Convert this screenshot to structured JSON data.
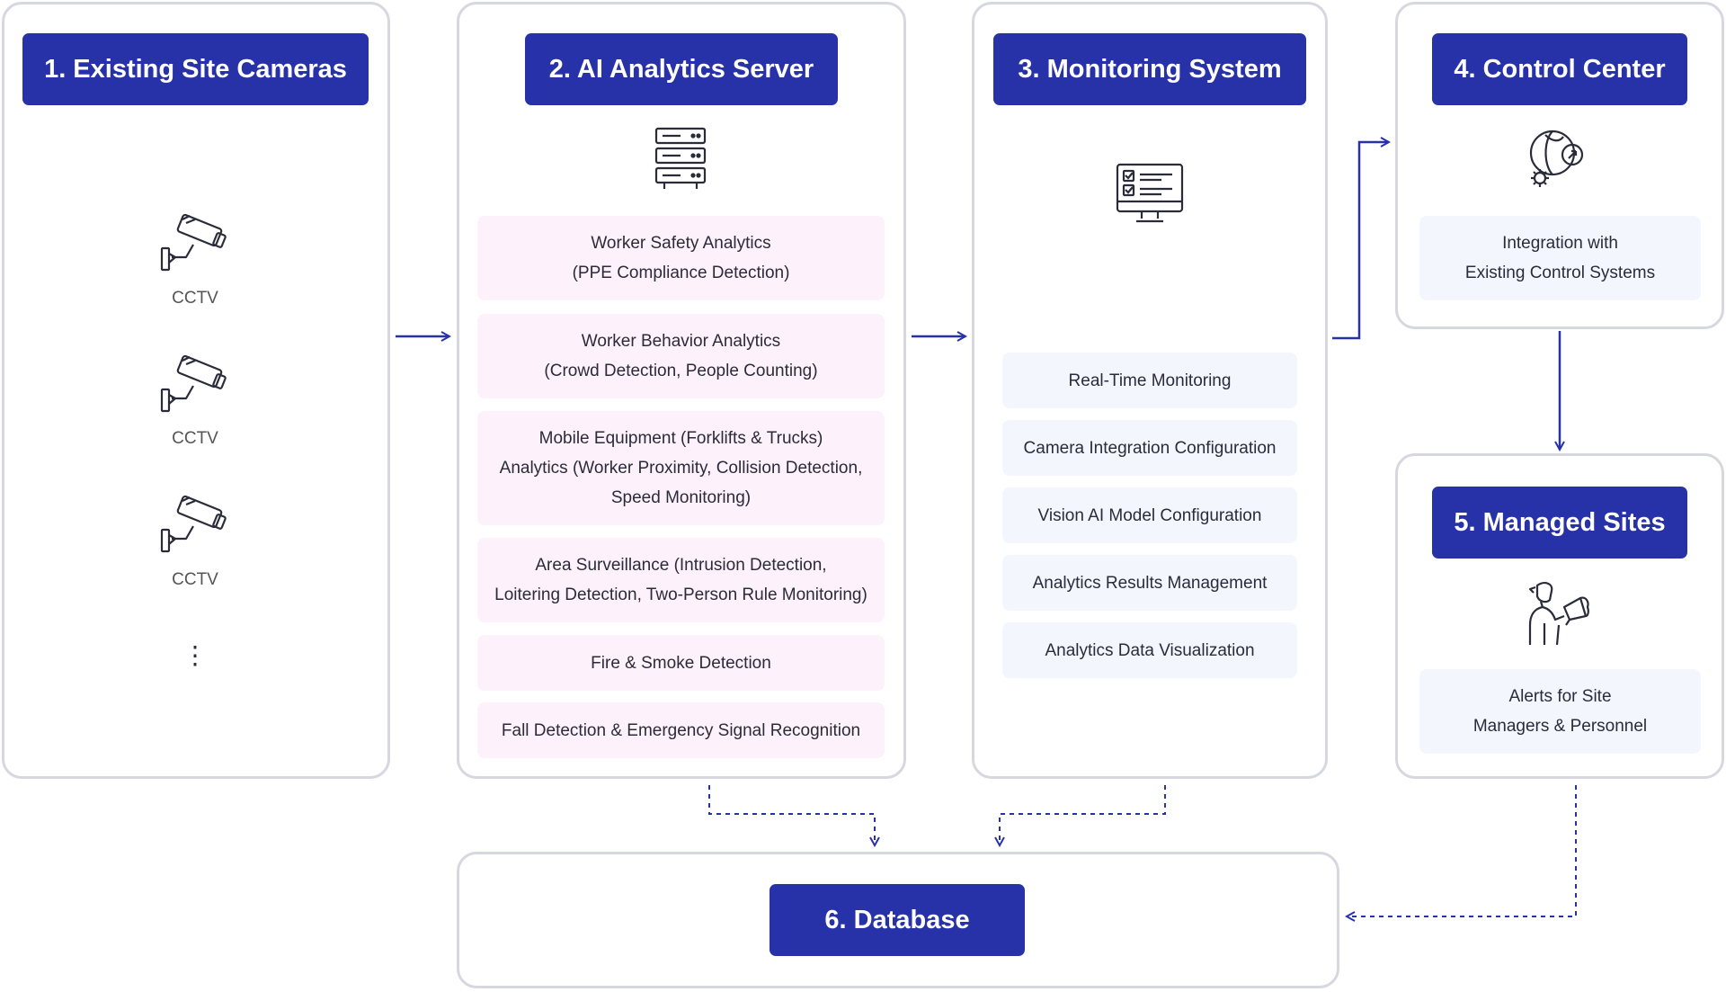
{
  "panels": {
    "cameras": {
      "title": "1. Existing Site Cameras",
      "cameras": [
        "CCTV",
        "CCTV",
        "CCTV"
      ],
      "more": "⋮"
    },
    "analytics": {
      "title": "2. AI Analytics Server",
      "items": [
        "Worker Safety Analytics\n(PPE Compliance Detection)",
        "Worker Behavior Analytics\n(Crowd Detection, People Counting)",
        "Mobile Equipment (Forklifts & Trucks)\nAnalytics  (Worker Proximity, Collision Detection,\nSpeed Monitoring)",
        "Area Surveillance (Intrusion Detection,\nLoitering Detection, Two-Person Rule Monitoring)",
        "Fire & Smoke Detection",
        "Fall Detection & Emergency Signal Recognition"
      ]
    },
    "monitoring": {
      "title": "3. Monitoring System",
      "items": [
        "Real-Time Monitoring",
        "Camera Integration Configuration",
        "Vision AI Model Configuration",
        "Analytics Results Management",
        "Analytics Data Visualization"
      ]
    },
    "control": {
      "title": "4. Control Center",
      "items": [
        "Integration with\nExisting Control Systems"
      ]
    },
    "sites": {
      "title": "5. Managed Sites",
      "items": [
        "Alerts for Site\nManagers & Personnel"
      ]
    },
    "database": {
      "title": "6. Database"
    }
  },
  "colors": {
    "header": "#2732a8",
    "panel_border": "#d7d7e0",
    "analytics_item_bg": "#fdf2fb",
    "system_item_bg": "#f3f6fd",
    "arrow": "#2732a8"
  },
  "icons": {
    "camera": "cctv-camera-icon",
    "server": "server-rack-icon",
    "monitor": "monitor-checklist-icon",
    "control": "globe-gear-icon",
    "sites": "person-megaphone-icon"
  }
}
